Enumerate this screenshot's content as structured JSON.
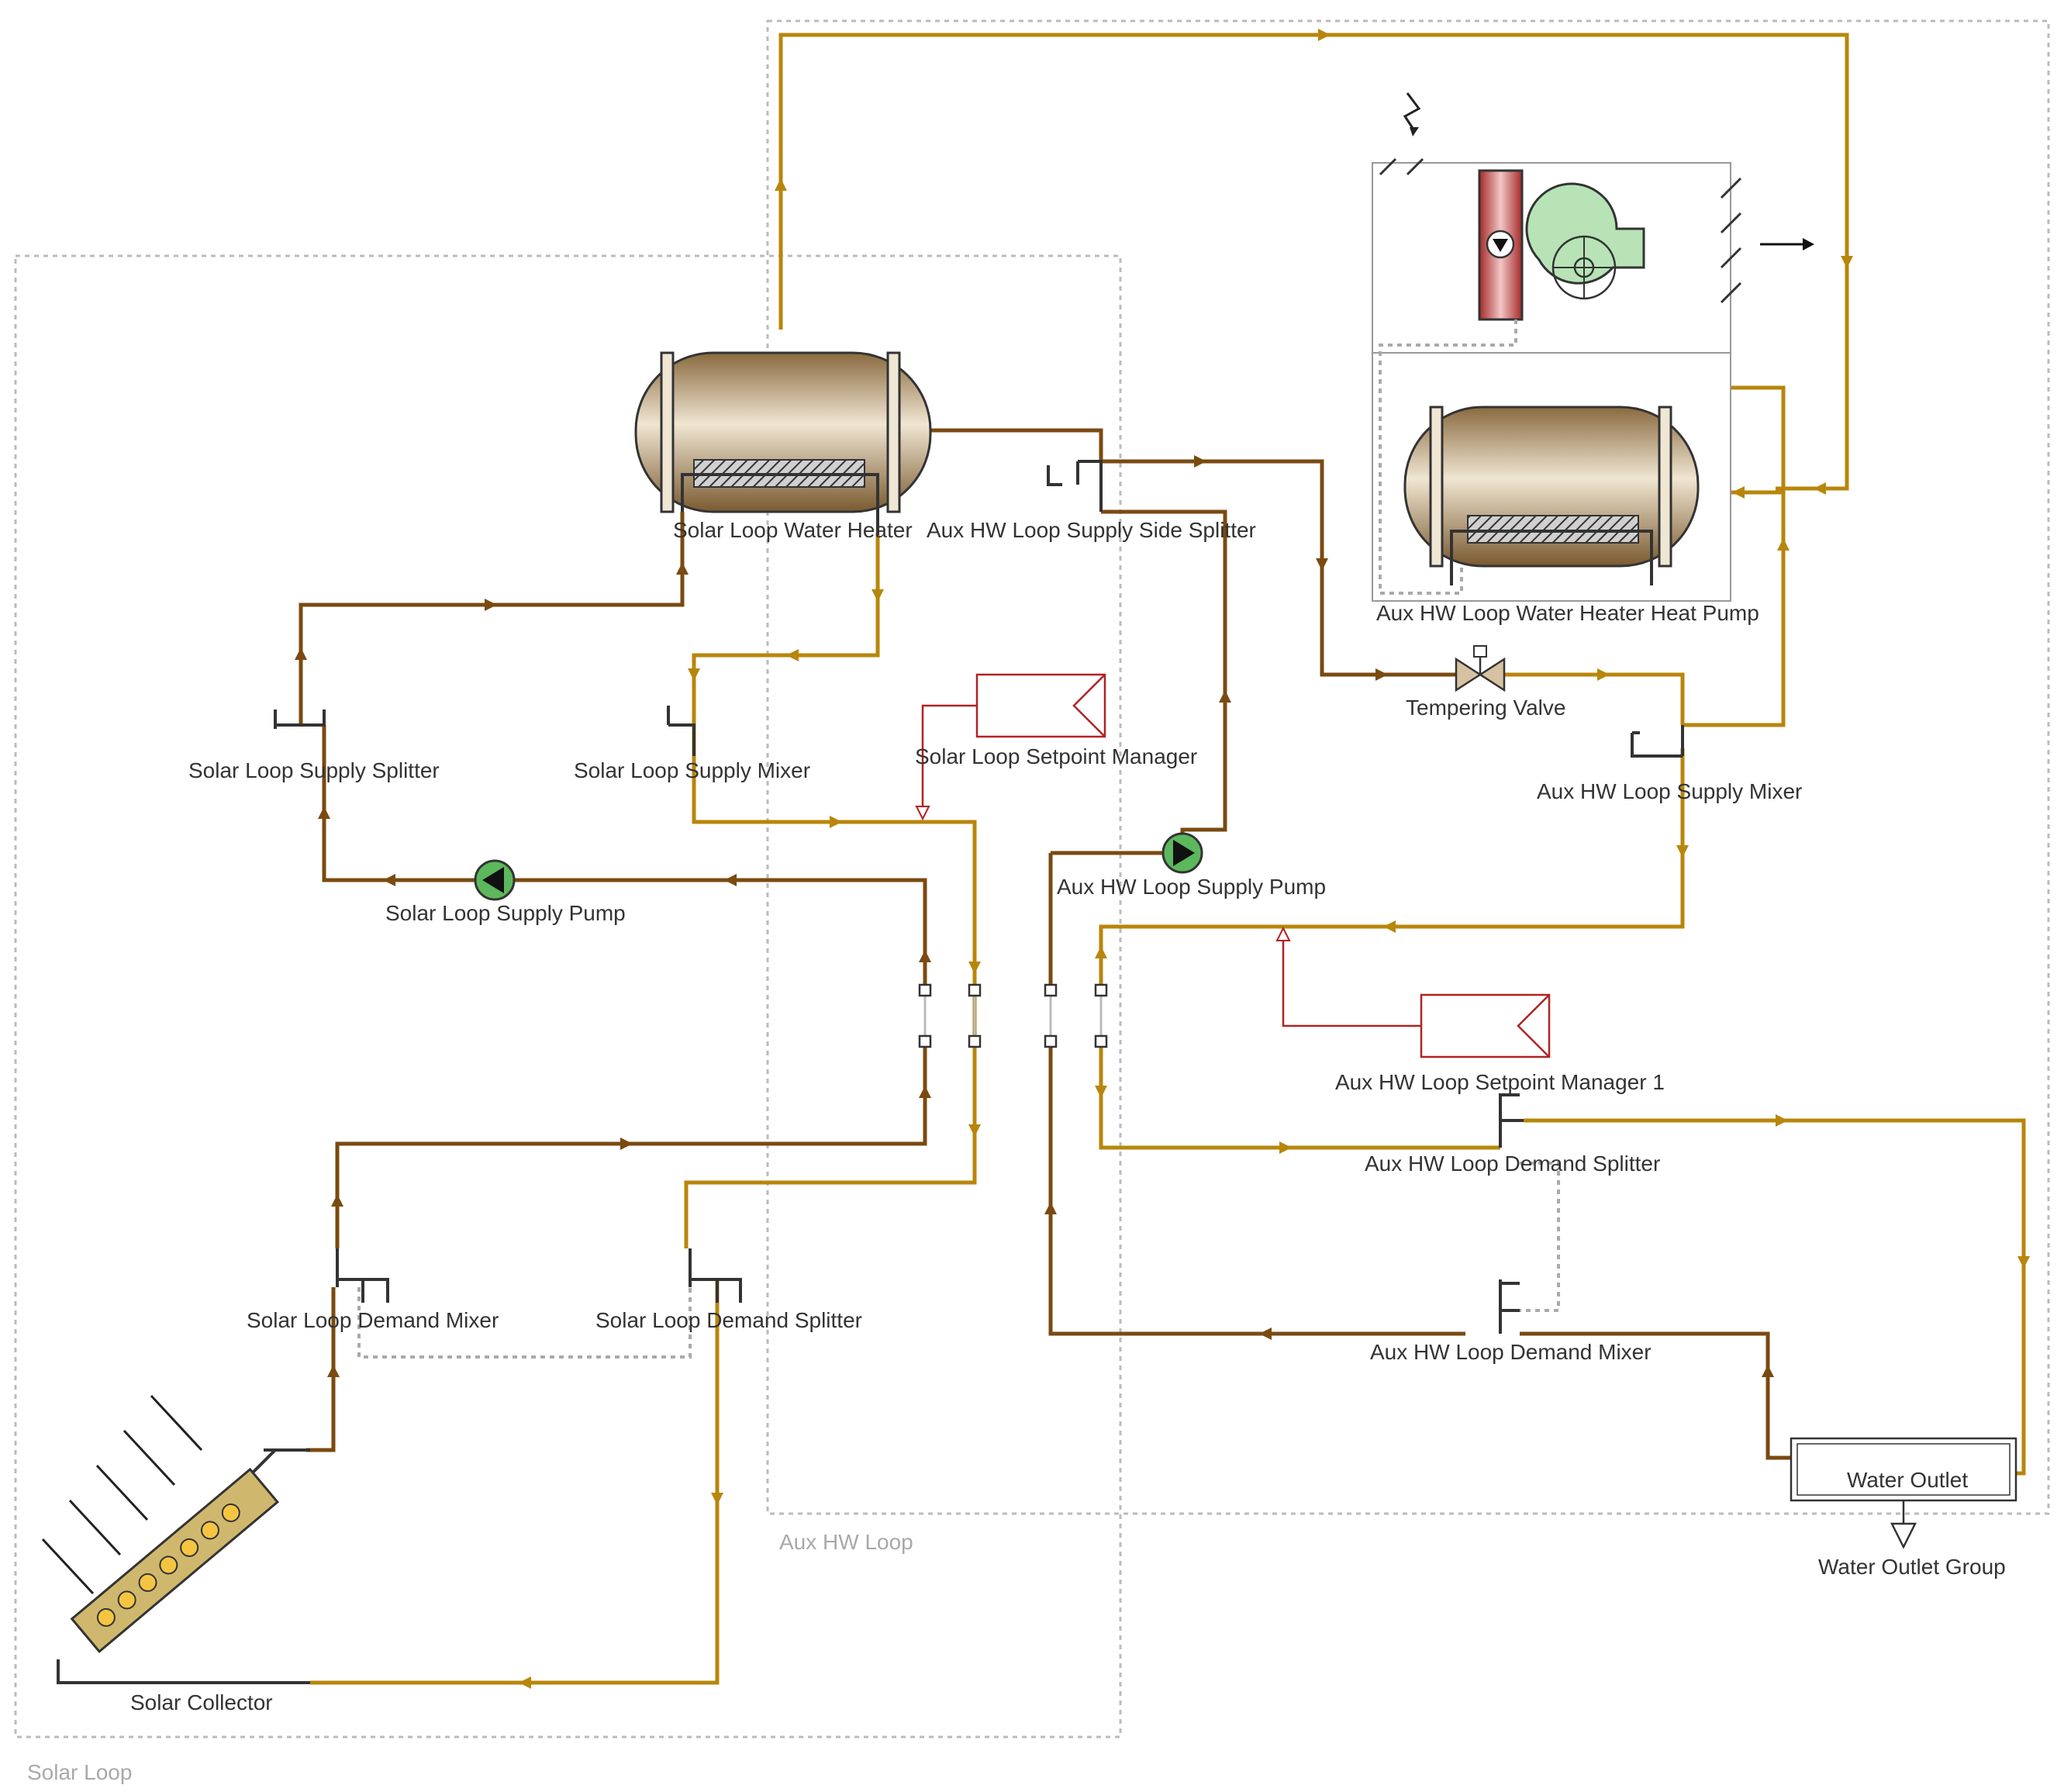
{
  "colors": {
    "hot_water": "#b8860b",
    "return_water": "#7a4a10",
    "setpoint_manager": "#b22222",
    "pump_green": "#5cb85c",
    "tank": "#d6c2a0",
    "group_border": "#bbbbbb"
  },
  "groups": {
    "solar_loop": "Solar Loop",
    "aux_hw_loop": "Aux HW Loop"
  },
  "components": {
    "solar_water_heater": "Solar Loop Water Heater",
    "aux_supply_side_splitter": "Aux HW Loop Supply Side Splitter",
    "solar_supply_splitter": "Solar Loop Supply Splitter",
    "solar_supply_mixer": "Solar Loop Supply Mixer",
    "solar_setpoint_manager": "Solar Loop Setpoint Manager",
    "solar_supply_pump": "Solar Loop Supply Pump",
    "aux_supply_pump": "Aux HW Loop Supply Pump",
    "tempering_valve": "Tempering Valve",
    "aux_supply_mixer": "Aux HW Loop Supply Mixer",
    "aux_hp_water_heater": "Aux HW Loop Water Heater Heat Pump",
    "aux_setpoint_manager": "Aux HW Loop Setpoint Manager 1",
    "aux_demand_splitter": "Aux HW Loop Demand Splitter",
    "aux_demand_mixer": "Aux HW Loop Demand Mixer",
    "solar_demand_mixer": "Solar Loop Demand Mixer",
    "solar_demand_splitter": "Solar Loop Demand Splitter",
    "solar_collector": "Solar Collector",
    "water_outlet": "Water Outlet",
    "water_outlet_group": "Water Outlet Group"
  },
  "icons": [
    "pump-icon",
    "fan-icon",
    "tank-icon",
    "valve-icon",
    "collector-icon",
    "coil-icon",
    "sun-ray-icon",
    "lightning-icon",
    "arrow-icon"
  ]
}
